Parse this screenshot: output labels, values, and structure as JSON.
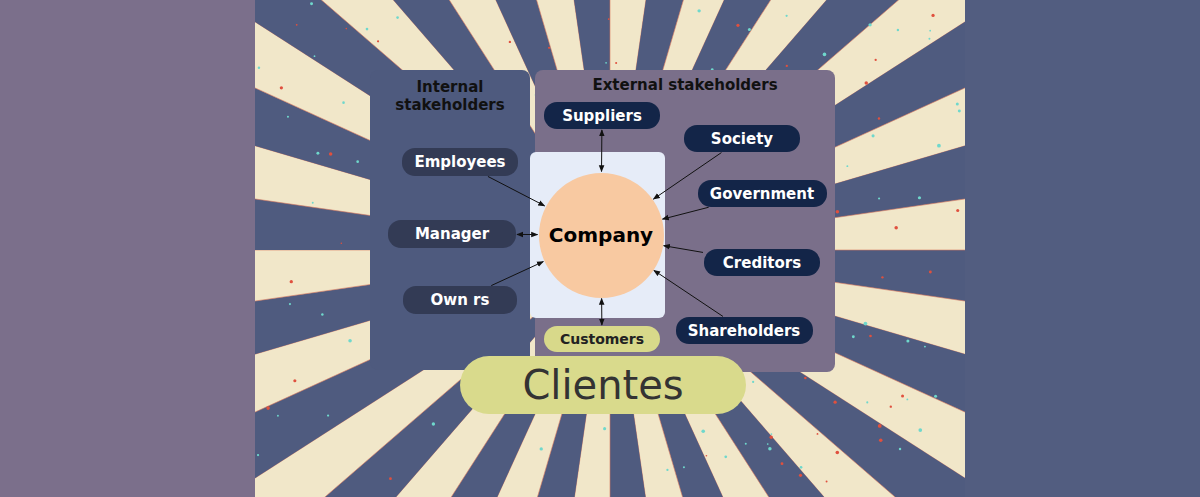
{
  "diagram": {
    "nodes": [
      {
        "text": [
          "Internal stakeholders"
        ]
      },
      {
        "text": [
          "Employees"
        ],
        "in": 0
      },
      {
        "text": [
          "Manager"
        ],
        "in": 0
      },
      {
        "text": [
          "Own rs"
        ],
        "in": 0
      },
      {
        "text": [
          "External stakeholders"
        ]
      },
      {
        "text": [
          "Suppliers"
        ],
        "in": 4
      },
      {
        "text": [
          "Society"
        ],
        "in": 4
      },
      {
        "text": [
          "Government"
        ],
        "in": 4
      },
      {
        "text": [
          "Creditors"
        ],
        "in": 4
      },
      {
        "text": [
          "Shareholders"
        ],
        "in": 4
      },
      {
        "text": [
          "Customers"
        ],
        "in": 4
      },
      {
        "text": [
          "Company"
        ]
      },
      {
        "text": [
          "Clientes"
        ]
      }
    ],
    "edges": [
      {
        "from": 1,
        "to": 11,
        "arrow": "to"
      },
      {
        "from": 2,
        "to": 11,
        "arrow": "both"
      },
      {
        "from": 3,
        "to": 11,
        "arrow": "to"
      },
      {
        "from": 5,
        "to": 11,
        "arrow": "both"
      },
      {
        "from": 6,
        "to": 11,
        "arrow": "to"
      },
      {
        "from": 7,
        "to": 11,
        "arrow": "to"
      },
      {
        "from": 8,
        "to": 11,
        "arrow": "to"
      },
      {
        "from": 9,
        "to": 11,
        "arrow": "to"
      },
      {
        "from": 10,
        "to": 11,
        "arrow": "both"
      }
    ]
  }
}
